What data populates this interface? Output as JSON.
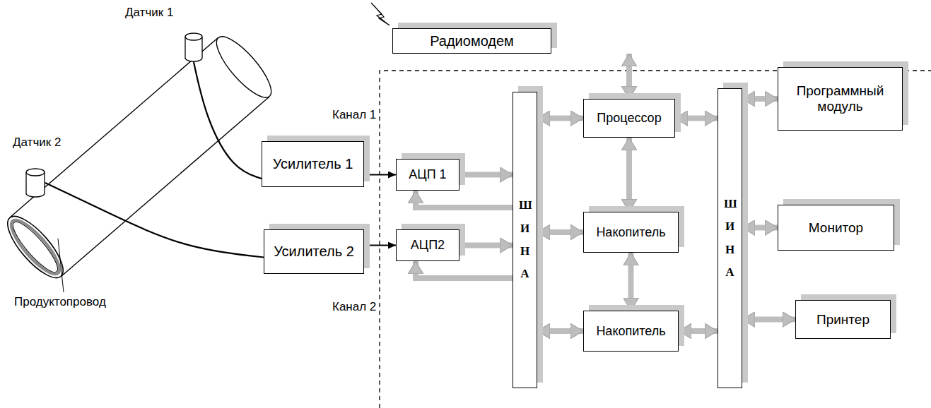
{
  "diagram": {
    "nodes": [
      {
        "text": [
          "Радиомодем"
        ]
      },
      {
        "text": [
          "Датчик 1"
        ]
      },
      {
        "text": [
          "Датчик 2"
        ]
      },
      {
        "text": [
          "Усилитель 1"
        ]
      },
      {
        "text": [
          "Усилитель 2"
        ]
      },
      {
        "text": [
          "АЦП 1"
        ]
      },
      {
        "text": [
          "АЦП2"
        ]
      },
      {
        "text": [
          "ШИНА"
        ]
      },
      {
        "text": [
          "Процессор"
        ]
      },
      {
        "text": [
          "Накопитель"
        ]
      },
      {
        "text": [
          "Накопитель"
        ]
      },
      {
        "text": [
          "ШИНА"
        ]
      },
      {
        "text": [
          "Программный модуль"
        ]
      },
      {
        "text": [
          "Монитор"
        ]
      },
      {
        "text": [
          "Принтер"
        ]
      }
    ],
    "edges": [
      {
        "from": 1,
        "to": 3,
        "arrow": "none"
      },
      {
        "from": 2,
        "to": 4,
        "arrow": "none"
      },
      {
        "from": 3,
        "to": 5,
        "arrow": "to"
      },
      {
        "from": 4,
        "to": 6,
        "arrow": "to"
      },
      {
        "from": 5,
        "to": 7,
        "arrow": "to"
      },
      {
        "from": 7,
        "to": 5,
        "arrow": "to"
      },
      {
        "from": 6,
        "to": 7,
        "arrow": "to"
      },
      {
        "from": 7,
        "to": 6,
        "arrow": "to"
      },
      {
        "from": 7,
        "to": 8,
        "arrow": "both"
      },
      {
        "from": 7,
        "to": 9,
        "arrow": "both"
      },
      {
        "from": 7,
        "to": 10,
        "arrow": "both"
      },
      {
        "from": 0,
        "to": 8,
        "arrow": "both"
      },
      {
        "from": 8,
        "to": 9,
        "arrow": "both"
      },
      {
        "from": 9,
        "to": 10,
        "arrow": "both"
      },
      {
        "from": 8,
        "to": 11,
        "arrow": "both"
      },
      {
        "from": 10,
        "to": 11,
        "arrow": "both"
      },
      {
        "from": 11,
        "to": 12,
        "arrow": "both"
      },
      {
        "from": 11,
        "to": 13,
        "arrow": "both"
      },
      {
        "from": 11,
        "to": 14,
        "arrow": "both"
      }
    ],
    "labels": [
      "Канал 1",
      "Канал 2",
      "Продуктопровод"
    ]
  }
}
